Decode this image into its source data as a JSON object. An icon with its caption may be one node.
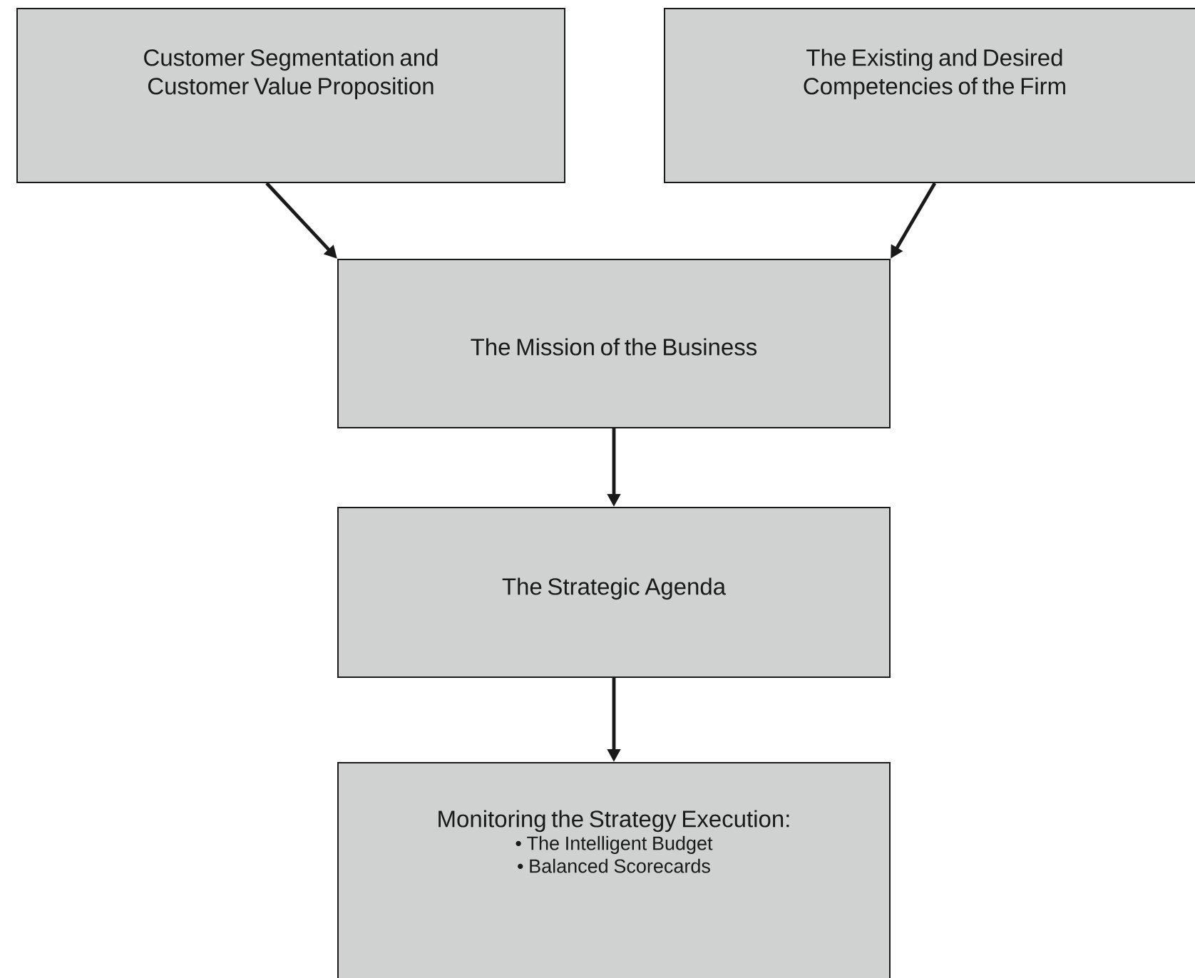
{
  "diagram": {
    "nodes": [
      {
        "text": [
          "Customer Segmentation and Customer Value Proposition"
        ]
      },
      {
        "text": [
          "The Existing and Desired Competencies of the Firm"
        ]
      },
      {
        "text": [
          "The Mission of the Business"
        ]
      },
      {
        "text": [
          "The Strategic Agenda"
        ]
      },
      {
        "text": [
          "Monitoring the Strategy Execution:",
          "• The Intelligent Budget",
          "• Balanced Scorecards"
        ]
      }
    ],
    "edges": [
      {
        "from": 0,
        "to": 2,
        "arrow": "to"
      },
      {
        "from": 1,
        "to": 2,
        "arrow": "to"
      },
      {
        "from": 2,
        "to": 3,
        "arrow": "to"
      },
      {
        "from": 3,
        "to": 4,
        "arrow": "to"
      }
    ]
  }
}
